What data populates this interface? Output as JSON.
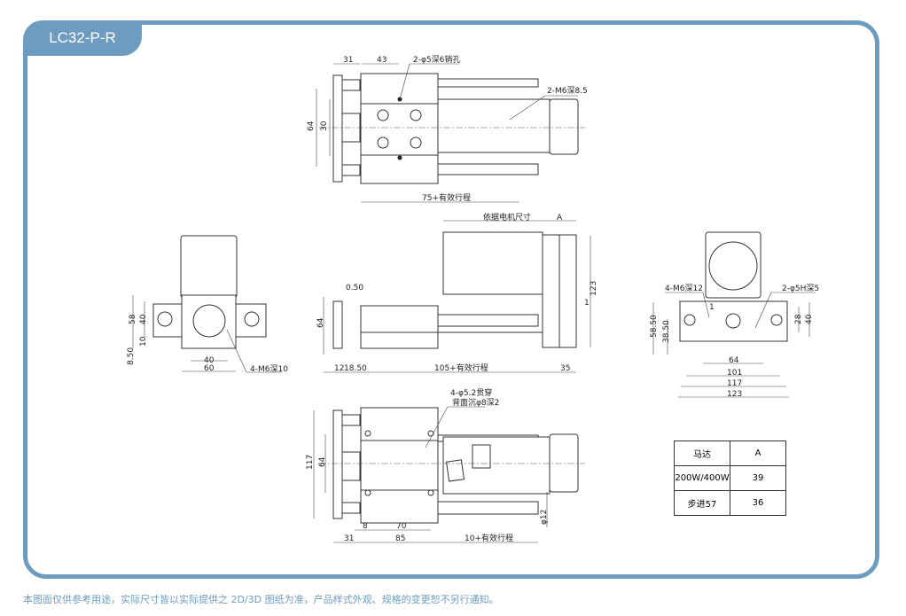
{
  "title": "LC32-P-R",
  "footer": "本图面仅供参考用途，实际尺寸皆以实际提供之 2D/3D 图纸为准，产品样式外观、规格的变更恕不另行通知。",
  "colors": {
    "accent": "#6d9cc0"
  },
  "top_view": {
    "d31": "31",
    "d43": "43",
    "pin_hole": "2-φ5深6销孔",
    "tap": "2-M6深8.5",
    "d64": "64",
    "d30": "30",
    "stroke": "75+有效行程"
  },
  "front_view": {
    "motor_size": "依据电机尺寸",
    "a": "A",
    "d050": "0.50",
    "d64": "64",
    "d123": "123",
    "d1": "1",
    "d12": "12",
    "d1850": "18.50",
    "stroke": "105+有效行程",
    "d35": "35"
  },
  "left_view": {
    "d58": "58",
    "d40v": "40",
    "d10": "10",
    "d850": "8.50",
    "d40": "40",
    "d60": "60",
    "tap": "4-M6深10"
  },
  "right_view": {
    "tap": "4-M6深12",
    "d1": "1",
    "pin": "2-φ5H深5",
    "d28": "28",
    "d40": "40",
    "d5850": "58.50",
    "d3850": "38.50",
    "d64": "64",
    "d101": "101",
    "d117": "117",
    "d123": "123"
  },
  "bottom_view": {
    "thru": "4-φ5.2贯穿",
    "cbore": "背面沉φ8深2",
    "d117": "117",
    "d64": "64",
    "d8": "8",
    "d70": "70",
    "d31": "31",
    "d85": "85",
    "stroke": "10+有效行程",
    "d12": "φ12"
  },
  "motor_table": {
    "headers": [
      "马达",
      "A"
    ],
    "rows": [
      [
        "200W/400W",
        "39"
      ],
      [
        "步进57",
        "36"
      ]
    ]
  }
}
